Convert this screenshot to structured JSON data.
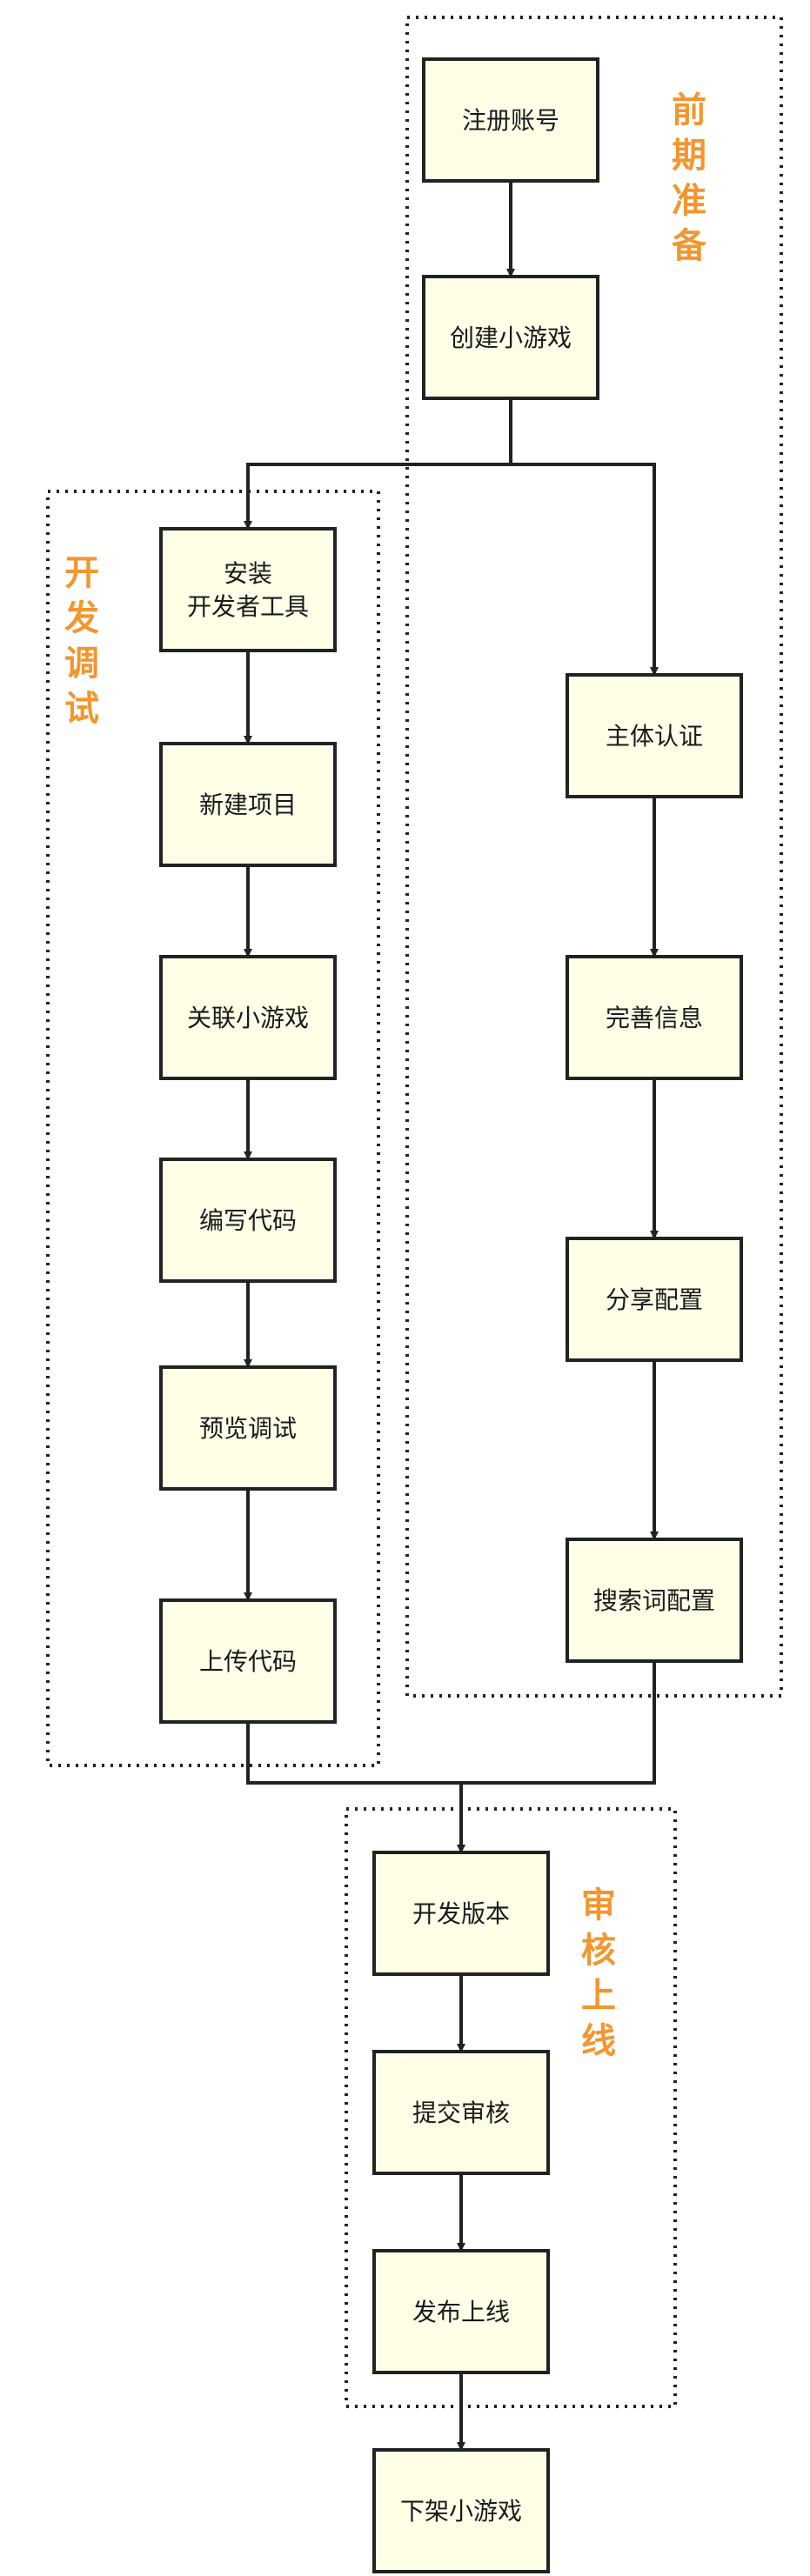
{
  "diagram": {
    "groups": [
      {
        "id": "prep",
        "label": "前期准备"
      },
      {
        "id": "dev",
        "label": "开发调试"
      },
      {
        "id": "review",
        "label": "审核上线"
      }
    ],
    "nodes": [
      {
        "id": "register",
        "label": "注册账号"
      },
      {
        "id": "create",
        "label": "创建小游戏"
      },
      {
        "id": "install",
        "label": "安装\n开发者工具"
      },
      {
        "id": "new_project",
        "label": "新建项目"
      },
      {
        "id": "link",
        "label": "关联小游戏"
      },
      {
        "id": "code",
        "label": "编写代码"
      },
      {
        "id": "preview",
        "label": "预览调试"
      },
      {
        "id": "upload",
        "label": "上传代码"
      },
      {
        "id": "verify",
        "label": "主体认证"
      },
      {
        "id": "info",
        "label": "完善信息"
      },
      {
        "id": "share",
        "label": "分享配置"
      },
      {
        "id": "search",
        "label": "搜索词配置"
      },
      {
        "id": "dev_version",
        "label": "开发版本"
      },
      {
        "id": "submit",
        "label": "提交审核"
      },
      {
        "id": "publish",
        "label": "发布上线"
      },
      {
        "id": "offline",
        "label": "下架小游戏"
      }
    ],
    "edges": [
      {
        "from": "register",
        "to": "create"
      },
      {
        "from": "create",
        "to": "install"
      },
      {
        "from": "create",
        "to": "verify"
      },
      {
        "from": "install",
        "to": "new_project"
      },
      {
        "from": "new_project",
        "to": "link"
      },
      {
        "from": "link",
        "to": "code"
      },
      {
        "from": "code",
        "to": "preview"
      },
      {
        "from": "preview",
        "to": "upload"
      },
      {
        "from": "verify",
        "to": "info"
      },
      {
        "from": "info",
        "to": "share"
      },
      {
        "from": "share",
        "to": "search"
      },
      {
        "from": "upload",
        "to": "dev_version"
      },
      {
        "from": "search",
        "to": "dev_version"
      },
      {
        "from": "dev_version",
        "to": "submit"
      },
      {
        "from": "submit",
        "to": "publish"
      },
      {
        "from": "publish",
        "to": "offline"
      }
    ],
    "colors": {
      "node_fill": "#FFFFE8",
      "stroke": "#222222",
      "group_label": "#F2962F"
    }
  }
}
